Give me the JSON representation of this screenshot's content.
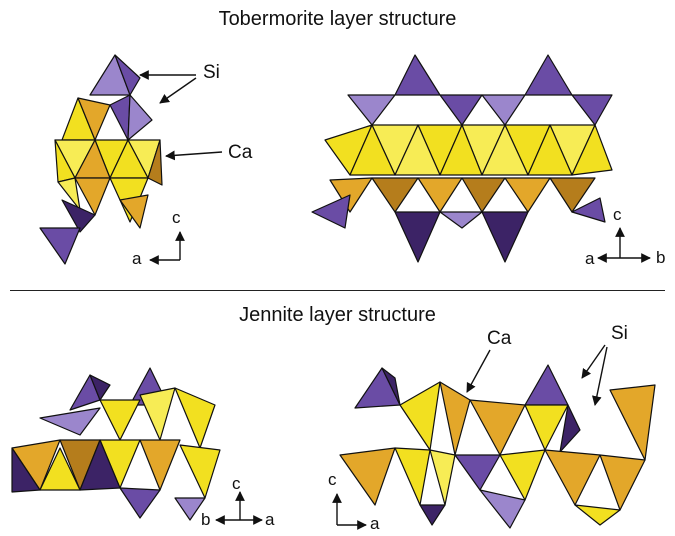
{
  "panels": [
    {
      "title": "Tobermorite layer structure",
      "labels": {
        "si": "Si",
        "ca": "Ca"
      },
      "left_axes": {
        "vertical": "c",
        "horizontal": "a"
      },
      "right_axes": {
        "vertical": "c",
        "left": "a",
        "right": "b"
      }
    },
    {
      "title": "Jennite layer structure",
      "labels": {
        "si": "Si",
        "ca": "Ca"
      },
      "left_axes": {
        "vertical": "c",
        "left": "b",
        "right": "a"
      },
      "right_axes": {
        "vertical": "c",
        "horizontal": "a"
      }
    }
  ],
  "colors": {
    "ca_yellow": "#f2e020",
    "ca_yellow_light": "#f7ec55",
    "ca_orange": "#e3a72a",
    "ca_brown": "#b57d1c",
    "si_purple": "#6a4ca5",
    "si_purple_light": "#9b86cc",
    "si_purple_dark": "#3c2366",
    "edge": "#111111"
  }
}
